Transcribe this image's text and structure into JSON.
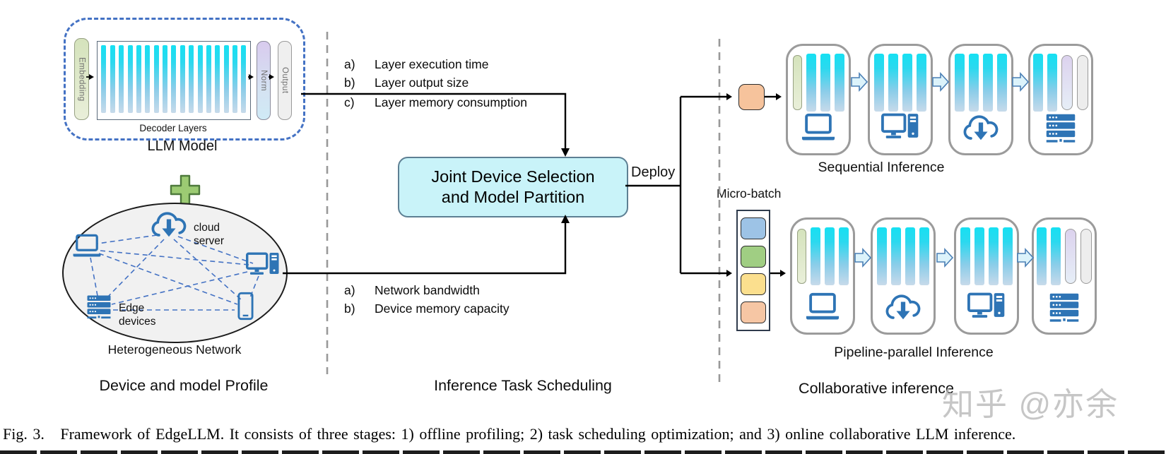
{
  "figure": {
    "caption": "Fig. 3.   Framework of EdgeLLM. It consists of three stages: 1) offline profiling; 2) task scheduling optimization; and 3) online collaborative LLM inference.",
    "watermark": "知乎 @亦余"
  },
  "llm_model": {
    "title": "LLM Model",
    "embedding": "Embedding",
    "decoder": "Decoder Layers",
    "norm": "Norm",
    "output": "Output"
  },
  "network": {
    "title": "Heterogeneous Network",
    "cloud_line1": "cloud",
    "cloud_line2": "server",
    "edge_line1": "Edge",
    "edge_line2": "devices"
  },
  "model_profile_list": {
    "items": [
      {
        "marker": "a)",
        "text": "Layer execution time"
      },
      {
        "marker": "b)",
        "text": "Layer output size"
      },
      {
        "marker": "c)",
        "text": "Layer memory consumption"
      }
    ]
  },
  "network_profile_list": {
    "items": [
      {
        "marker": "a)",
        "text": "Network bandwidth"
      },
      {
        "marker": "b)",
        "text": "Device memory capacity"
      }
    ]
  },
  "scheduler": {
    "line1": "Joint Device Selection",
    "line2": "and Model Partition",
    "deploy": "Deploy"
  },
  "collaborative": {
    "sequential_label": "Sequential Inference",
    "pipeline_label": "Pipeline-parallel Inference",
    "micro_batch_label": "Micro-batch"
  },
  "stage_labels": {
    "profile": "Device and model Profile",
    "scheduling": "Inference Task Scheduling",
    "collaborative": "Collaborative inference"
  },
  "colors": {
    "llm_border": "#4472C4",
    "scheduler_fill": "#C9F3F9",
    "bar_gradient_top": "#16E0F2",
    "bar_gradient_bottom": "#C7DAEA",
    "embedding_fill": "#DDE8C6",
    "norm_fill": "#DCD2EE",
    "output_fill": "#EDEDED",
    "icon_blue": "#2E74B5",
    "plus_green": "#9CCB73",
    "micro_batch_squares": [
      "#9DC3E6",
      "#A0CE83",
      "#FBDF8E",
      "#F6C6A4"
    ],
    "single_micro_batch": "#F6C39C"
  }
}
